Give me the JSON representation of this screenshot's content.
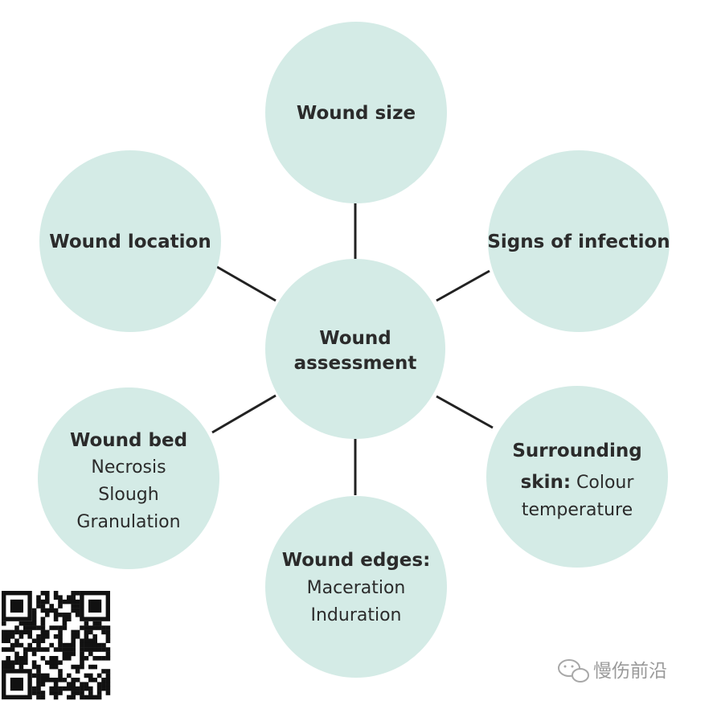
{
  "diagram": {
    "center": {
      "lines": [
        "Wound",
        "assessment"
      ]
    },
    "nodes": {
      "size": {
        "title": "Wound size"
      },
      "infection": {
        "title": "Signs of infection"
      },
      "skin": {
        "line1": "Surrounding",
        "line2_bold": "skin:",
        "line2_rest": " Colour",
        "line3": "temperature"
      },
      "edges": {
        "title": "Wound edges:",
        "lines": [
          "Maceration",
          "Induration"
        ]
      },
      "bed": {
        "title": "Wound bed",
        "lines": [
          "Necrosis",
          "Slough",
          "Granulation"
        ]
      },
      "location": {
        "title": "Wound location"
      }
    },
    "colors": {
      "circle_fill": "#d4ebe6",
      "connector": "#222222",
      "text": "#2b2b2b"
    }
  },
  "watermark": {
    "text": "慢伤前沿",
    "icon": "wechat-icon"
  },
  "qr_code": {
    "icon": "qr-code-icon"
  }
}
